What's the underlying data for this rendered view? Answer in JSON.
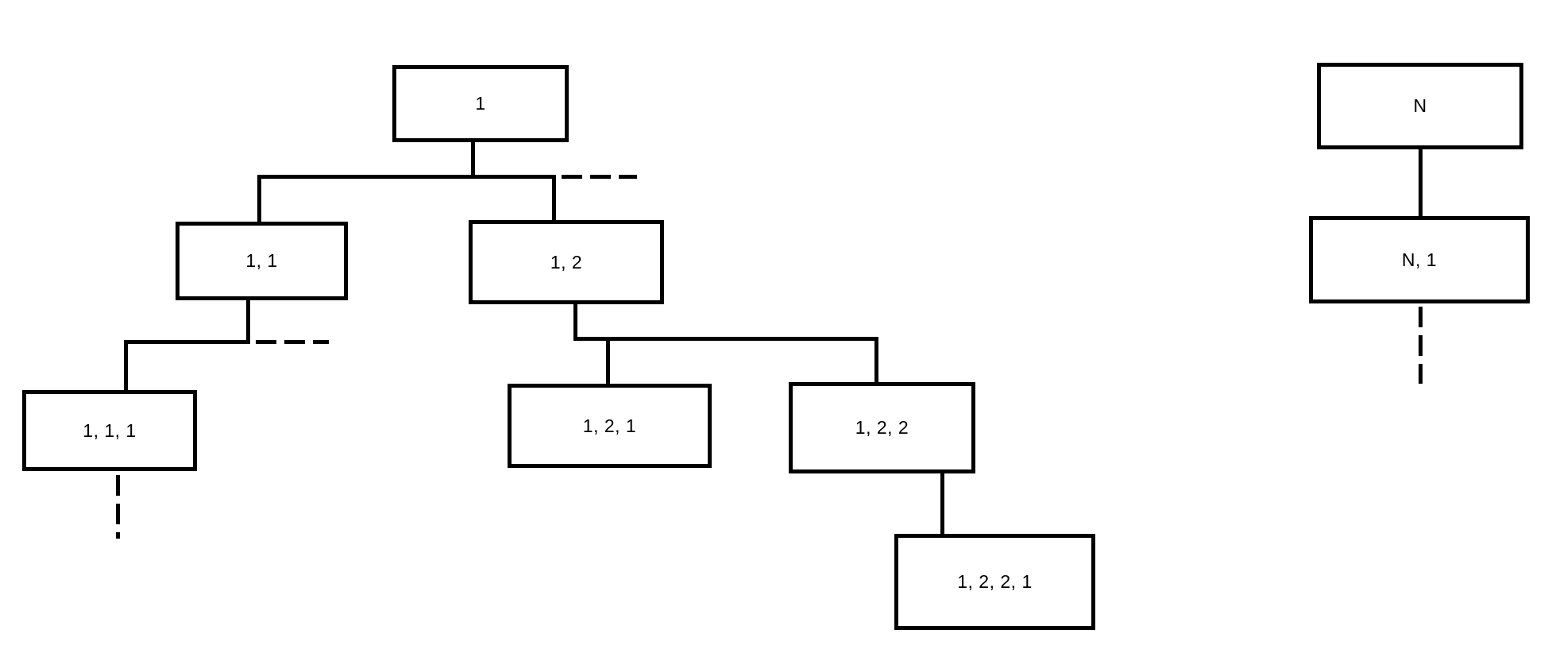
{
  "diagram": {
    "type": "tree",
    "background_color": "#ffffff",
    "stroke_color": "#000000",
    "nodes": {
      "n1": {
        "label": "1"
      },
      "n11": {
        "label": "1, 1"
      },
      "n12": {
        "label": "1, 2"
      },
      "n111": {
        "label": "1, 1, 1"
      },
      "n121": {
        "label": "1, 2, 1"
      },
      "n122": {
        "label": "1, 2, 2"
      },
      "n1221": {
        "label": "1, 2, 2, 1"
      },
      "nN": {
        "label": "N"
      },
      "nN1": {
        "label": "N, 1"
      }
    },
    "edges": [
      {
        "from": "1",
        "to": "1, 1",
        "style": "solid"
      },
      {
        "from": "1",
        "to": "1, 2",
        "style": "solid"
      },
      {
        "from": "1, 1",
        "to": "1, 1, 1",
        "style": "solid"
      },
      {
        "from": "1, 2",
        "to": "1, 2, 1",
        "style": "solid"
      },
      {
        "from": "1, 2",
        "to": "1, 2, 2",
        "style": "solid"
      },
      {
        "from": "1, 2, 2",
        "to": "1, 2, 2, 1",
        "style": "solid"
      },
      {
        "from": "N",
        "to": "N, 1",
        "style": "solid"
      }
    ],
    "continuations": [
      {
        "at": "1",
        "direction": "right",
        "style": "dashed"
      },
      {
        "at": "1, 1",
        "direction": "right",
        "style": "dashed"
      },
      {
        "at": "1, 1, 1",
        "direction": "down",
        "style": "dashed"
      },
      {
        "at": "N, 1",
        "direction": "down",
        "style": "dashed"
      }
    ]
  }
}
